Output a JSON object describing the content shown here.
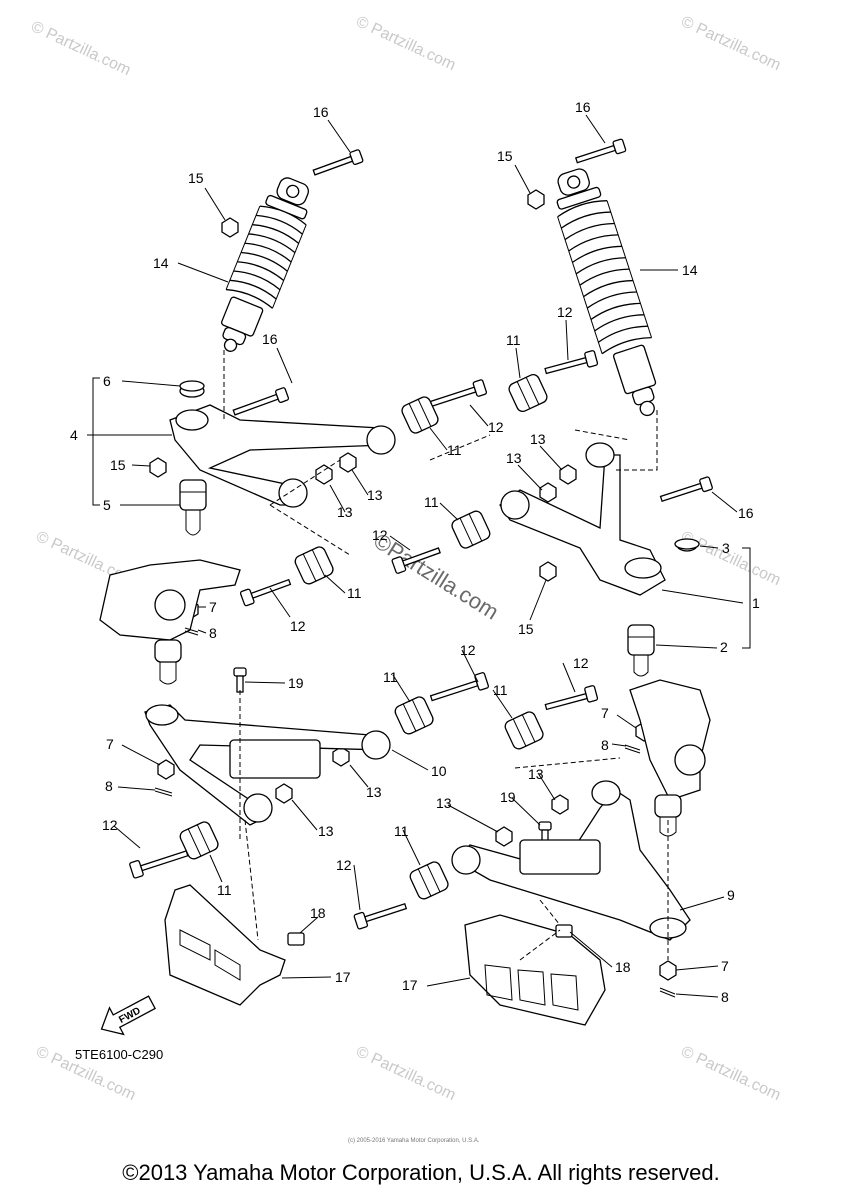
{
  "watermarks": [
    "© Partzilla.com",
    "© Partzilla.com",
    "© Partzilla.com",
    "© Partzilla.com",
    "© Partzilla.com",
    "© Partzilla.com",
    "© Partzilla.com",
    "© Partzilla.com"
  ],
  "center_watermark": "©Partzilla.com",
  "callouts": {
    "c16a": "16",
    "c15a": "15",
    "c14a": "14",
    "c16b": "16",
    "c6": "6",
    "c4": "4",
    "c15b": "15",
    "c5": "5",
    "c7a": "7",
    "c8a": "8",
    "c12a": "12",
    "c11a": "11",
    "c13a": "13",
    "c13b": "13",
    "c11b": "11",
    "c16c": "16",
    "c15c": "15",
    "c14b": "14",
    "c12b": "12",
    "c11c": "11",
    "c12c": "12",
    "c13c": "13",
    "c13d": "13",
    "c11d": "11",
    "c12d": "12",
    "c16d": "16",
    "c3": "3",
    "c1": "1",
    "c2": "2",
    "c15d": "15",
    "c19a": "19",
    "c12e": "12",
    "c11e": "11",
    "c10": "10",
    "c13e": "13",
    "c7b": "7",
    "c8b": "8",
    "c12f": "12",
    "c11f": "11",
    "c13f": "13",
    "c18a": "18",
    "c17a": "17",
    "c12g": "12",
    "c11g": "11",
    "c7c": "7",
    "c8c": "8",
    "c13g": "13",
    "c13h": "13",
    "c19b": "19",
    "c11h": "11",
    "c12h": "12",
    "c9": "9",
    "c18b": "18",
    "c17b": "17",
    "c7d": "7",
    "c8d": "8"
  },
  "fwd_label": "FWD",
  "diagram_code": "5TE6100-C290",
  "tiny_notice": "(c) 2005-2016 Yamaha Motor Corporation, U.S.A.",
  "copyright": "©2013 Yamaha Motor Corporation, U.S.A. All rights reserved."
}
